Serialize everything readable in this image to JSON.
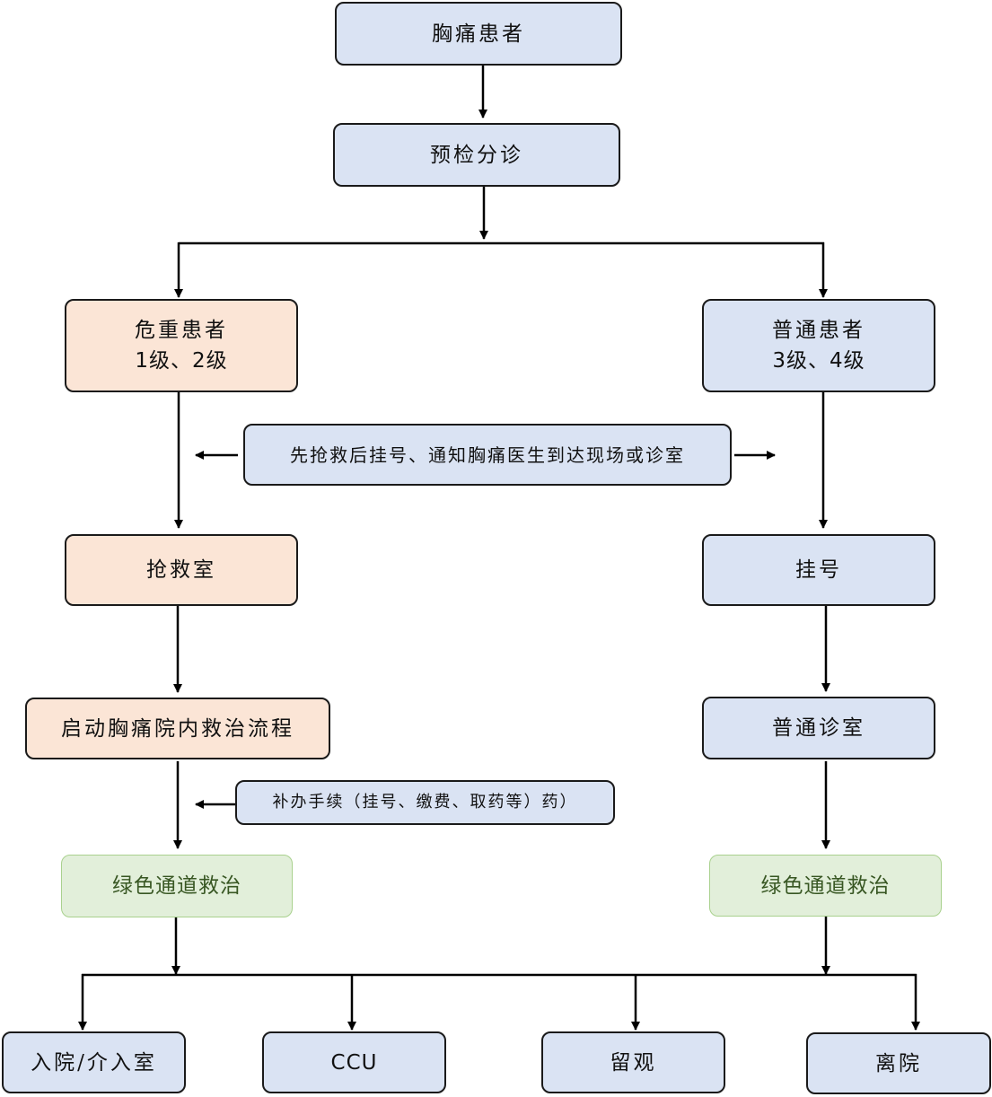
{
  "nodes": {
    "chest_pain_patient": "胸痛患者",
    "triage": "预检分诊",
    "critical_title": "危重患者",
    "critical_levels": "1级、2级",
    "normal_title": "普通患者",
    "normal_levels": "3级、4级",
    "rescue_first_note": "先抢救后挂号、通知胸痛医生到达现场或诊室",
    "rescue_room": "抢救室",
    "registration": "挂号",
    "start_process": "启动胸痛院内救治流程",
    "general_clinic": "普通诊室",
    "supplement_note": "补办手续（挂号、缴费、取药等）药）",
    "green_channel_left": "绿色通道救治",
    "green_channel_right": "绿色通道救治",
    "admission": "入院/介入室",
    "ccu": "CCU",
    "observation": "留观",
    "discharge": "离院"
  },
  "colors": {
    "blue": "#dae3f3",
    "peach": "#fbe5d6",
    "green_fill": "#e2efda",
    "green_text": "#385723"
  }
}
